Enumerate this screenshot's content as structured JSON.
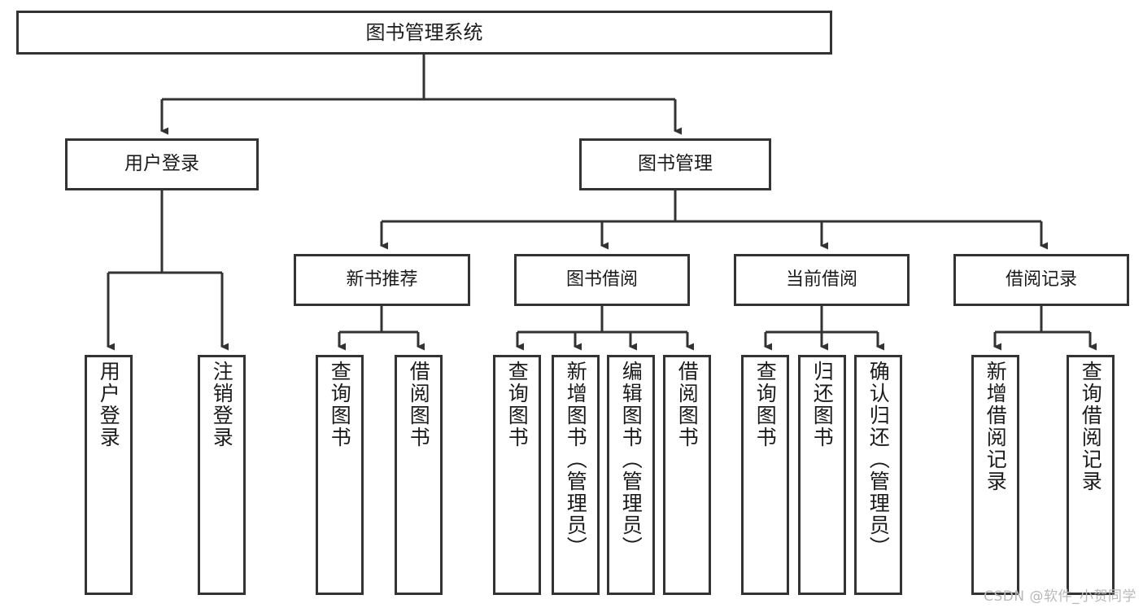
{
  "diagram": {
    "type": "tree",
    "title": "图书管理系统",
    "root": {
      "label": "图书管理系统"
    },
    "level1": [
      {
        "label": "用户登录"
      },
      {
        "label": "图书管理"
      }
    ],
    "level2": [
      {
        "label": "新书推荐"
      },
      {
        "label": "图书借阅"
      },
      {
        "label": "当前借阅"
      },
      {
        "label": "借阅记录"
      }
    ],
    "leaves": {
      "user_login": [
        {
          "label": "用户登录"
        },
        {
          "label": "注销登录"
        }
      ],
      "new_book": [
        {
          "label": "查询图书"
        },
        {
          "label": "借阅图书"
        }
      ],
      "book_borrow": [
        {
          "label": "查询图书"
        },
        {
          "label": "新增图书（管理员）"
        },
        {
          "label": "编辑图书（管理员）"
        },
        {
          "label": "借阅图书"
        }
      ],
      "current_borrow": [
        {
          "label": "查询图书"
        },
        {
          "label": "归还图书"
        },
        {
          "label": "确认归还（管理员）"
        }
      ],
      "borrow_record": [
        {
          "label": "新增借阅记录"
        },
        {
          "label": "查询借阅记录"
        }
      ]
    }
  },
  "watermark": {
    "text": "CSDN @软件_小贺同学"
  },
  "colors": {
    "stroke": "#333333",
    "text": "#1b1b1b",
    "background": "#ffffff",
    "watermark": "#b9b9b9"
  }
}
